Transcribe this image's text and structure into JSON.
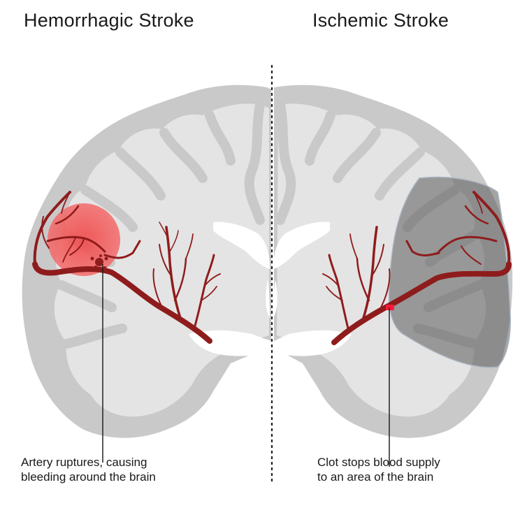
{
  "titles": {
    "left": "Hemorrhagic Stroke",
    "right": "Ischemic Stroke"
  },
  "captions": {
    "left_line1": "Artery ruptures, causing",
    "left_line2": "bleeding around the brain",
    "right_line1": "Clot stops blood supply",
    "right_line2": "to an area of the brain"
  },
  "colors": {
    "cortex": "#c9c9c9",
    "white_matter": "#e4e4e4",
    "artery": "#8f1c1c",
    "bleed": "#f25c5c",
    "clot": "#ff1a3c",
    "infarct": "#5a5a5a",
    "divider": "#222222"
  }
}
